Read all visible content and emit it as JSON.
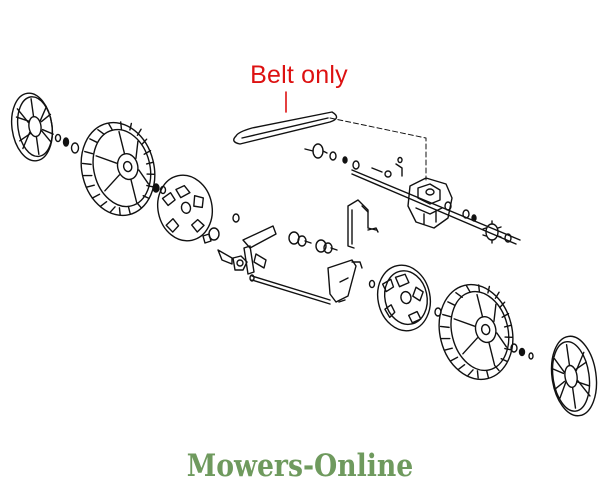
{
  "callout": {
    "text": "Belt only",
    "color": "#dd1111"
  },
  "watermark": {
    "text": "Mowers-Online",
    "color": "#6f9a5e"
  },
  "line_color": "#111111",
  "parts": [
    "hubcap-left-rear",
    "wheel-left-rear",
    "wheel-hub-left-rear",
    "axle-bearing",
    "drive-belt",
    "gearbox",
    "drive-axle",
    "pinion-gear-left",
    "pinion-gear-right",
    "height-adjust-lever",
    "rear-axle-rod",
    "wheel-hub-right-front",
    "wheel-right-front",
    "hubcap-right-front"
  ]
}
